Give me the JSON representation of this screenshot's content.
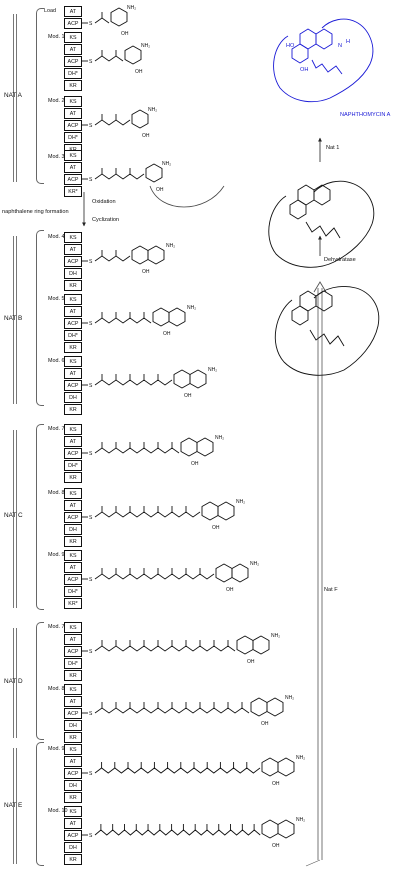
{
  "nat_groups": [
    {
      "label": "NAT A"
    },
    {
      "label": "NAT B"
    },
    {
      "label": "NAT C"
    },
    {
      "label": "NAT D"
    },
    {
      "label": "NAT E"
    }
  ],
  "modules": [
    "Load",
    "Mod. 1",
    "Mod. 2",
    "Mod. 3",
    "Mod. 4",
    "Mod. 5",
    "Mod. 6",
    "Mod. 7",
    "Mod. 8",
    "Mod. 9",
    "Mod. 7",
    "Mod. 8",
    "Mod. 9",
    "Mod. 10"
  ],
  "domains": [
    "AT",
    "ACP",
    "KS",
    "AT",
    "ACP",
    "DH*",
    "KR",
    "KS",
    "AT",
    "ACP",
    "DH*",
    "KR",
    "KS",
    "AT",
    "ACP",
    "KR*",
    "KS",
    "AT",
    "ACP",
    "DH",
    "KR",
    "KS",
    "AT",
    "ACP",
    "DH*",
    "KR",
    "KS",
    "AT",
    "ACP",
    "DH",
    "KR",
    "KS",
    "AT",
    "ACP",
    "DH*",
    "KR",
    "KS",
    "AT",
    "ACP",
    "DH",
    "KR",
    "KS",
    "AT",
    "ACP",
    "DH*",
    "KR*",
    "KS",
    "AT",
    "ACP",
    "DH*",
    "KR",
    "KS",
    "AT",
    "ACP",
    "DH",
    "KR",
    "KS",
    "AT",
    "ACP",
    "DH",
    "KR",
    "KS",
    "AT",
    "ACP",
    "DH",
    "KR"
  ],
  "steps": {
    "oxidation": "Oxidation",
    "ring_formation": "naphthalene ring formation",
    "cyclization": "Cyclization",
    "nat1": "Nat 1",
    "dehydratase": "Dehydratase",
    "natf": "Nat F"
  },
  "product": {
    "name": "NAPHTHOMYCIN A",
    "color": "#1a1ad6"
  },
  "atom_labels": {
    "nh2": "NH₂",
    "oh": "OH",
    "ho": "HO",
    "o": "O",
    "s": "S",
    "n": "N",
    "h": "H"
  }
}
